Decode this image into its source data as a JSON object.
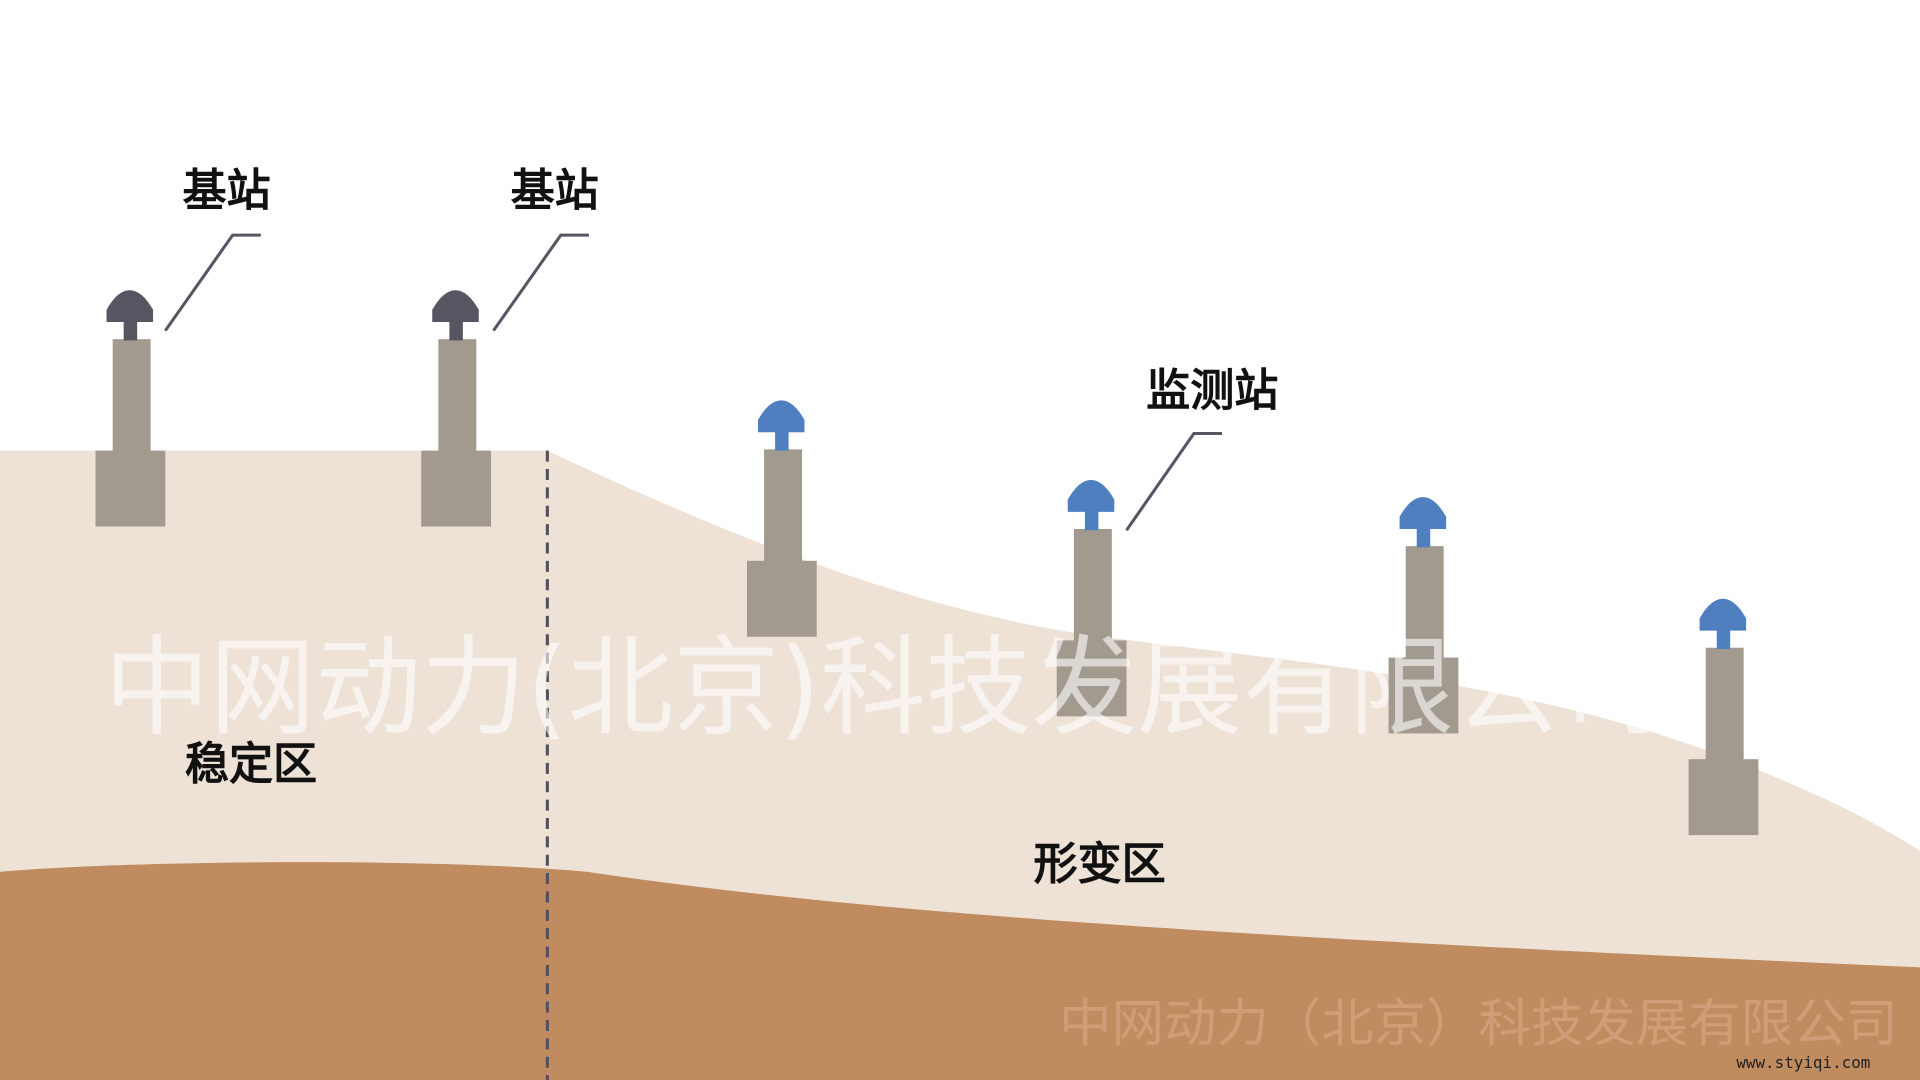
{
  "labels": {
    "base_station_1": "基站",
    "base_station_2": "基站",
    "monitoring_station": "监测站",
    "stable_zone": "稳定区",
    "deformation_zone": "形变区"
  },
  "watermark": {
    "large": "中网动力(北京)科技发展有限公司",
    "small": "中网动力（北京）科技发展有限公司",
    "url": "www.styiqi.com"
  },
  "colors": {
    "ground": "#eee2d7",
    "soil": "#c08b5f",
    "pole": "#a39a8f",
    "base_cap": "#565663",
    "monitor_cap": "#4f7fbf"
  }
}
